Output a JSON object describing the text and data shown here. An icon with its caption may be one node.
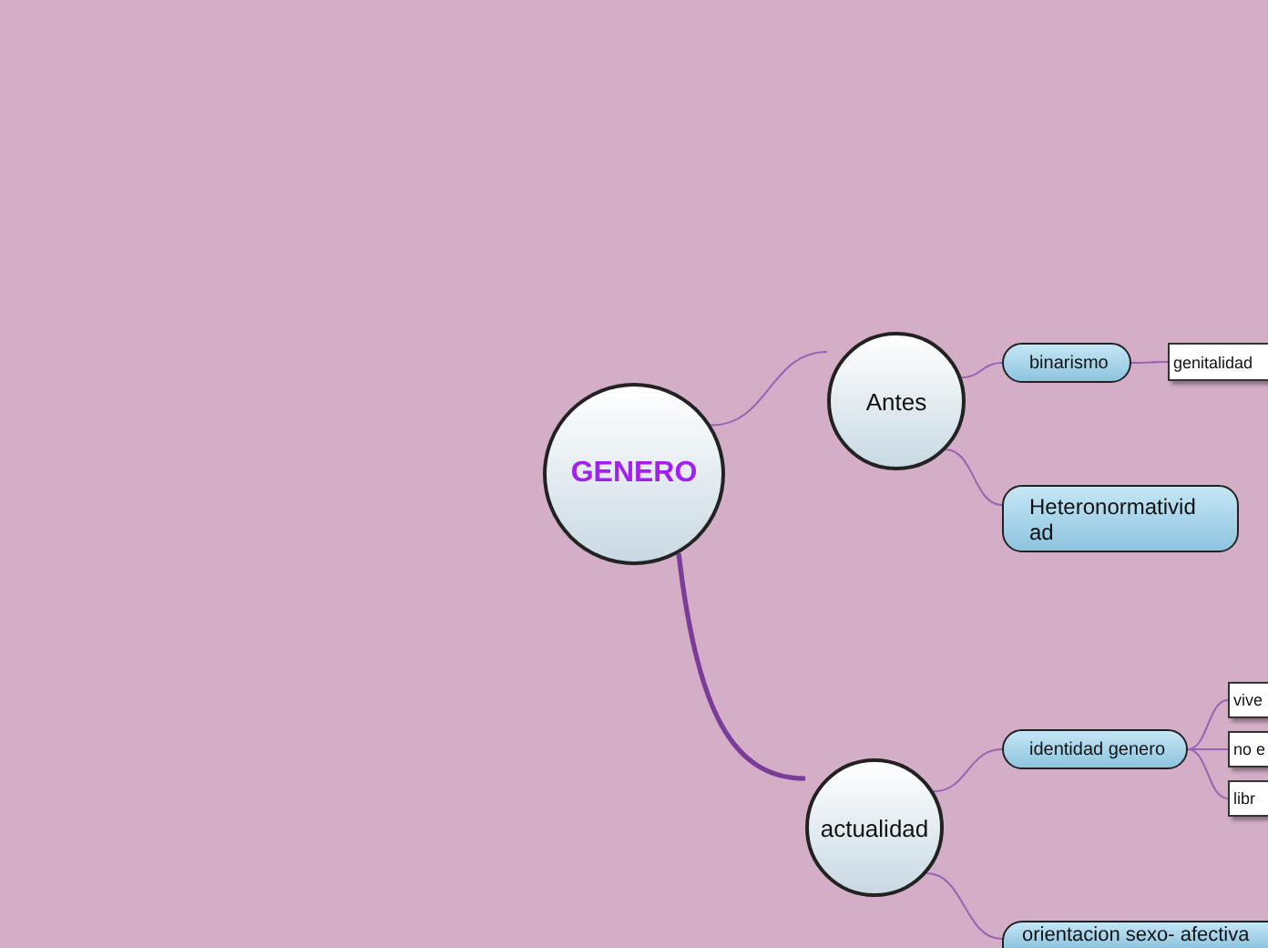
{
  "diagram": {
    "nodes": [
      {
        "text": [
          "GENERO"
        ]
      },
      {
        "text": [
          "Antes"
        ]
      },
      {
        "text": [
          "actualidad"
        ]
      },
      {
        "text": [
          "binarismo"
        ]
      },
      {
        "text": [
          "genitalidad"
        ]
      },
      {
        "text": [
          "Heteronormatividad"
        ]
      },
      {
        "text": [
          "identidad genero"
        ]
      },
      {
        "text": [
          "vive"
        ]
      },
      {
        "text": [
          "no e"
        ]
      },
      {
        "text": [
          "libr"
        ]
      },
      {
        "text": [
          "orientacion sexo- afectiva"
        ]
      }
    ],
    "edges": [
      {
        "from": 0,
        "to": 1,
        "arrow": "none"
      },
      {
        "from": 0,
        "to": 2,
        "arrow": "none",
        "style": "thick"
      },
      {
        "from": 1,
        "to": 3,
        "arrow": "none"
      },
      {
        "from": 1,
        "to": 5,
        "arrow": "none"
      },
      {
        "from": 3,
        "to": 4,
        "arrow": "none"
      },
      {
        "from": 2,
        "to": 6,
        "arrow": "none"
      },
      {
        "from": 2,
        "to": 10,
        "arrow": "none"
      },
      {
        "from": 6,
        "to": 7,
        "arrow": "none"
      },
      {
        "from": 6,
        "to": 8,
        "arrow": "none"
      },
      {
        "from": 6,
        "to": 9,
        "arrow": "none"
      }
    ]
  }
}
